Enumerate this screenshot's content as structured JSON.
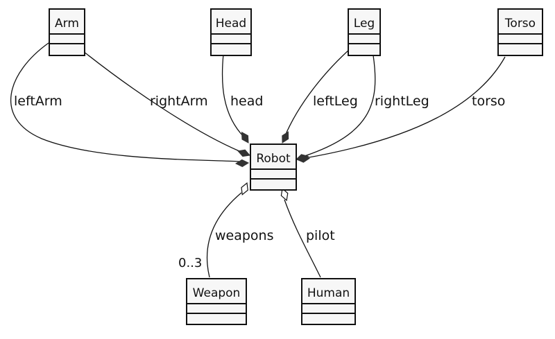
{
  "diagram": {
    "classes": {
      "arm": "Arm",
      "head": "Head",
      "leg": "Leg",
      "torso": "Torso",
      "robot": "Robot",
      "weapon": "Weapon",
      "human": "Human"
    },
    "relations": {
      "left_arm": {
        "label": "leftArm",
        "kind": "composition"
      },
      "right_arm": {
        "label": "rightArm",
        "kind": "composition"
      },
      "head": {
        "label": "head",
        "kind": "composition"
      },
      "left_leg": {
        "label": "leftLeg",
        "kind": "composition"
      },
      "right_leg": {
        "label": "rightLeg",
        "kind": "composition"
      },
      "torso": {
        "label": "torso",
        "kind": "composition"
      },
      "weapons": {
        "label": "weapons",
        "kind": "aggregation",
        "multiplicity": "0..3"
      },
      "pilot": {
        "label": "pilot",
        "kind": "aggregation"
      }
    }
  }
}
